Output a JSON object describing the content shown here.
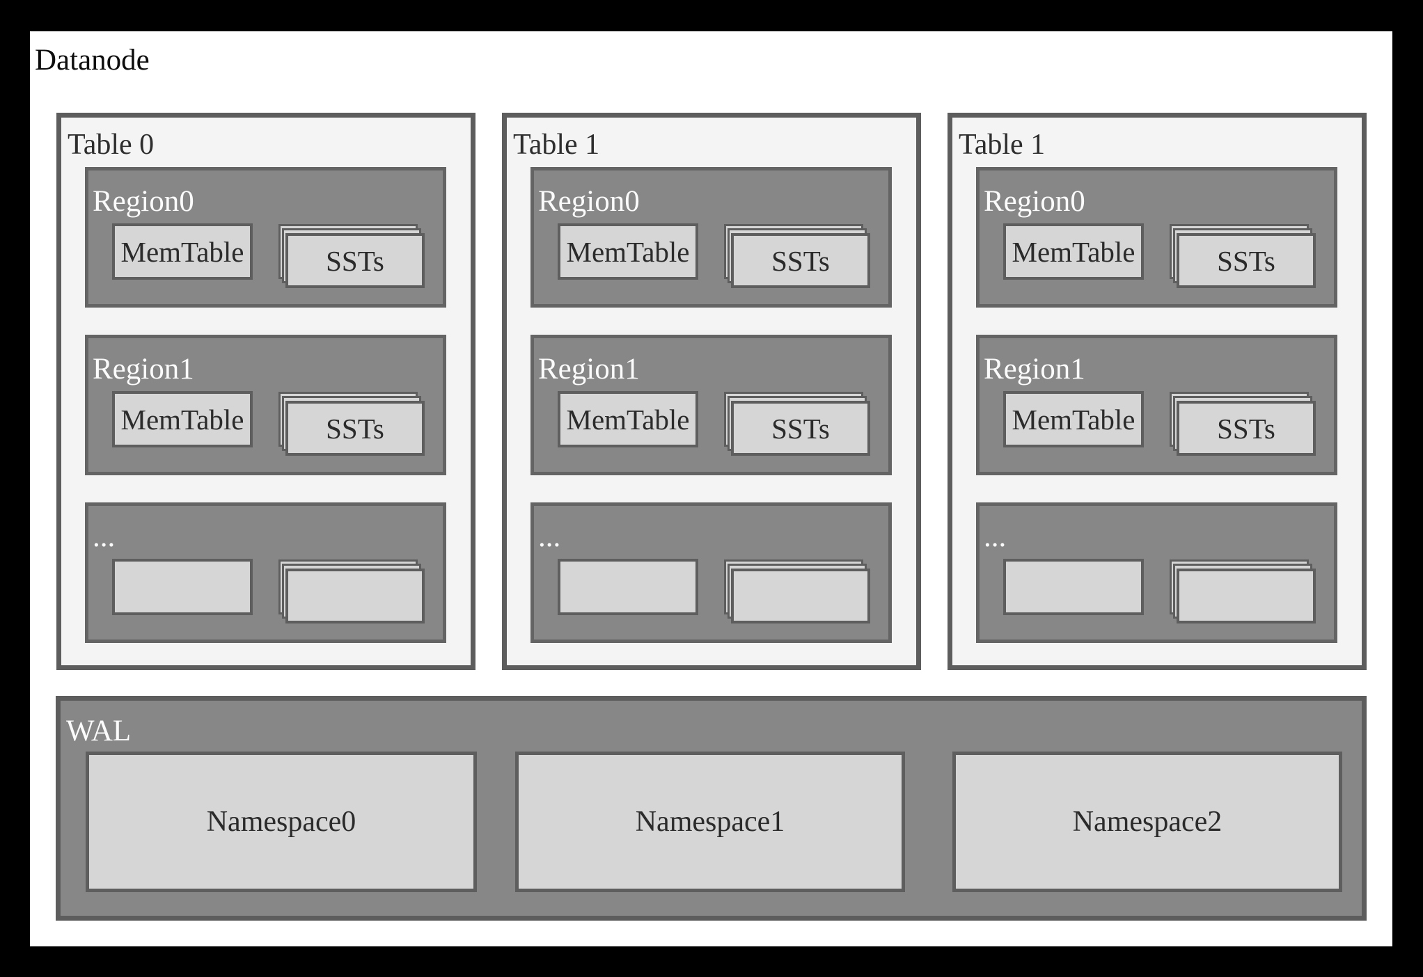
{
  "diagram": {
    "title": "Datanode",
    "colors": {
      "canvas_background": "#000000",
      "panel_background": "#ffffff",
      "table_fill": "#f4f4f4",
      "table_border": "#5d5d5d",
      "region_fill": "#878787",
      "region_border": "#646464",
      "inner_box_fill": "#d6d6d6",
      "inner_box_border": "#5e5e5e",
      "dark_text": "#2b2b2b",
      "light_text": "#fbfbfb"
    },
    "tables": [
      {
        "label": "Table 0",
        "regions": [
          {
            "label": "Region0",
            "memtable_label": "MemTable",
            "ssts_label": "SSTs"
          },
          {
            "label": "Region1",
            "memtable_label": "MemTable",
            "ssts_label": "SSTs"
          },
          {
            "label": "...",
            "memtable_label": "",
            "ssts_label": ""
          }
        ]
      },
      {
        "label": "Table 1",
        "regions": [
          {
            "label": "Region0",
            "memtable_label": "MemTable",
            "ssts_label": "SSTs"
          },
          {
            "label": "Region1",
            "memtable_label": "MemTable",
            "ssts_label": "SSTs"
          },
          {
            "label": "...",
            "memtable_label": "",
            "ssts_label": ""
          }
        ]
      },
      {
        "label": "Table 1",
        "regions": [
          {
            "label": "Region0",
            "memtable_label": "MemTable",
            "ssts_label": "SSTs"
          },
          {
            "label": "Region1",
            "memtable_label": "MemTable",
            "ssts_label": "SSTs"
          },
          {
            "label": "...",
            "memtable_label": "",
            "ssts_label": ""
          }
        ]
      }
    ],
    "wal": {
      "label": "WAL",
      "namespaces": [
        {
          "label": "Namespace0"
        },
        {
          "label": "Namespace1"
        },
        {
          "label": "Namespace2"
        }
      ]
    }
  }
}
